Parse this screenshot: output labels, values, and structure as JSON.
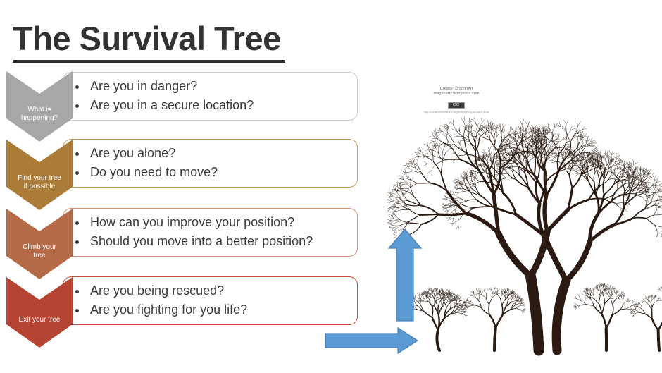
{
  "title": "The Survival Tree",
  "rows": [
    {
      "label": "What is\nhappening?",
      "chevron_color": "#a7a7a7",
      "box_border_color": "#c9c9c9",
      "bullets": [
        "Are you in danger?",
        "Are you in a secure location?"
      ]
    },
    {
      "label": "Find your tree\nif possible",
      "chevron_color": "#aa7c38",
      "box_border_color": "#c79a58",
      "bullets": [
        "Are you alone?",
        "Do you need to move?"
      ]
    },
    {
      "label": "Climb your\ntree",
      "chevron_color": "#b56a48",
      "box_border_color": "#d88f74",
      "bullets": [
        "How can you improve your position?",
        "Should you move into a better position?"
      ]
    },
    {
      "label": "Exit your tree",
      "chevron_color": "#b54433",
      "box_border_color": "#c5503c",
      "bullets": [
        "Are you being rescued?",
        "Are you fighting for you life?"
      ]
    }
  ],
  "arrows": {
    "fill": "#5b9bd5",
    "edge": "#4a81b4"
  },
  "tree": {
    "color": "#2a1a11"
  },
  "credit": {
    "line1": "Creator: DragonArt",
    "line2": "dragonartz.wordpress.com",
    "badge_label": "CC",
    "license_url": "http://creativecommons.org/licenses/by-nc-sa/3.0/us/"
  }
}
